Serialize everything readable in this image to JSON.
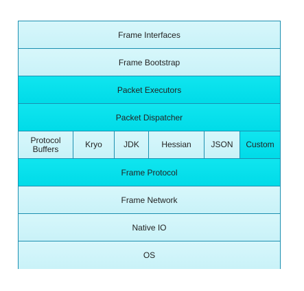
{
  "diagram": {
    "layers": [
      {
        "label": "Frame Interfaces",
        "style": "light"
      },
      {
        "label": "Frame Bootstrap",
        "style": "light"
      },
      {
        "label": "Packet Executors",
        "style": "cyan"
      },
      {
        "label": "Packet Dispatcher",
        "style": "cyan"
      },
      {
        "serializers": [
          "Protocol Buffers",
          "Kryo",
          "JDK",
          "Hessian",
          "JSON",
          "Custom"
        ]
      },
      {
        "label": "Frame Protocol",
        "style": "cyan"
      },
      {
        "label": "Frame Network",
        "style": "light"
      },
      {
        "label": "Native IO",
        "style": "light"
      },
      {
        "label": "OS",
        "style": "light"
      }
    ]
  },
  "colors": {
    "border": "#1b8fb0",
    "light_fill": "#d0f5fa",
    "cyan_fill": "#00e0ea"
  }
}
